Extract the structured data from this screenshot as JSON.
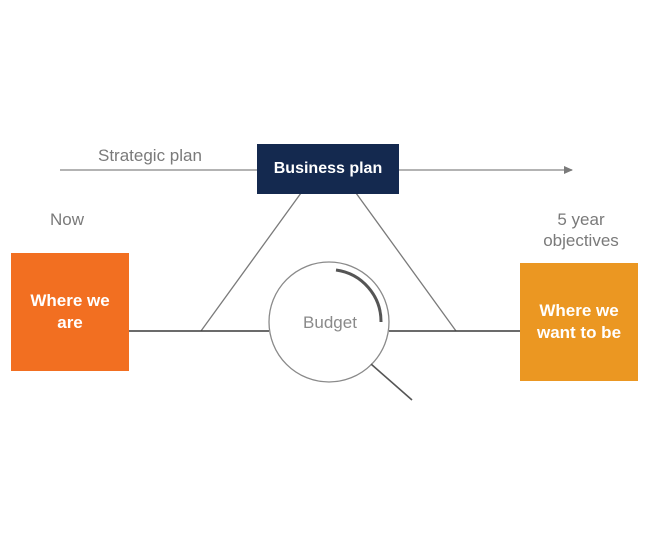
{
  "labels": {
    "strategic_plan": "Strategic plan",
    "business_plan": "Business plan",
    "now": "Now",
    "objectives_line1": "5 year",
    "objectives_line2": "objectives",
    "where_we_are": "Where we are",
    "where_we_want_to_be": "Where we want to be",
    "budget": "Budget"
  },
  "colors": {
    "business_plan_box": "#14294f",
    "where_we_are_box": "#f26f21",
    "where_we_want_box": "#eb9722",
    "line": "#6e6e6e",
    "caption_text": "#7a7a7a"
  }
}
